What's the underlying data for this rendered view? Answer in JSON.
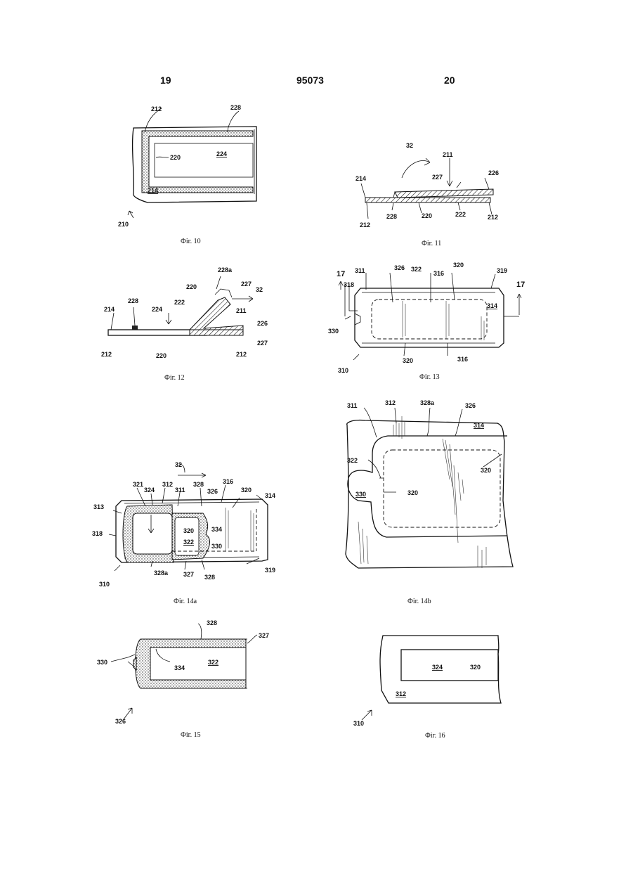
{
  "header": {
    "left_page": "19",
    "patent_number": "95073",
    "right_page": "20"
  },
  "figures": {
    "fig10": {
      "caption": "Фіг. 10",
      "labels": {
        "a": "212",
        "b": "228",
        "c": "220",
        "d": "224",
        "e": "214",
        "f": "210"
      }
    },
    "fig11": {
      "caption": "Фіг. 11",
      "labels": {
        "a": "32",
        "b": "211",
        "c": "227",
        "d": "226",
        "e": "214",
        "f": "212",
        "g": "228",
        "h": "220",
        "i": "222",
        "j": "212"
      }
    },
    "fig12": {
      "caption": "Фіг. 12",
      "labels": {
        "a": "228a",
        "b": "227",
        "c": "220",
        "d": "32",
        "e": "228",
        "f": "222",
        "g": "211",
        "h": "224",
        "i": "214",
        "j": "226",
        "k": "212",
        "l": "220",
        "m": "212",
        "n": "227"
      }
    },
    "fig13": {
      "caption": "Фіг. 13",
      "labels": {
        "a": "17",
        "b": "311",
        "c": "326",
        "d": "322",
        "e": "316",
        "f": "320",
        "g": "319",
        "h": "17",
        "i": "318",
        "j": "314",
        "k": "330",
        "l": "320",
        "m": "316",
        "n": "310"
      }
    },
    "fig14a": {
      "caption": "Фіг. 14a",
      "labels": {
        "a": "32",
        "b": "321",
        "c": "324",
        "d": "312",
        "e": "311",
        "f": "328",
        "g": "316",
        "h": "314",
        "i": "326",
        "j": "320",
        "k": "313",
        "l": "320",
        "m": "334",
        "n": "322",
        "o": "318",
        "p": "330",
        "q": "310",
        "r": "328a",
        "s": "327",
        "t": "328",
        "u": "319"
      }
    },
    "fig14b": {
      "caption": "Фіг. 14b",
      "labels": {
        "a": "311",
        "b": "312",
        "c": "328a",
        "d": "326",
        "e": "314",
        "f": "322",
        "g": "320",
        "h": "330",
        "i": "320"
      }
    },
    "fig15": {
      "caption": "Фіг. 15",
      "labels": {
        "a": "328",
        "b": "327",
        "c": "330",
        "d": "334",
        "e": "322",
        "f": "326"
      }
    },
    "fig16": {
      "caption": "Фіг. 16",
      "labels": {
        "a": "324",
        "b": "320",
        "c": "312",
        "d": "310"
      }
    }
  }
}
